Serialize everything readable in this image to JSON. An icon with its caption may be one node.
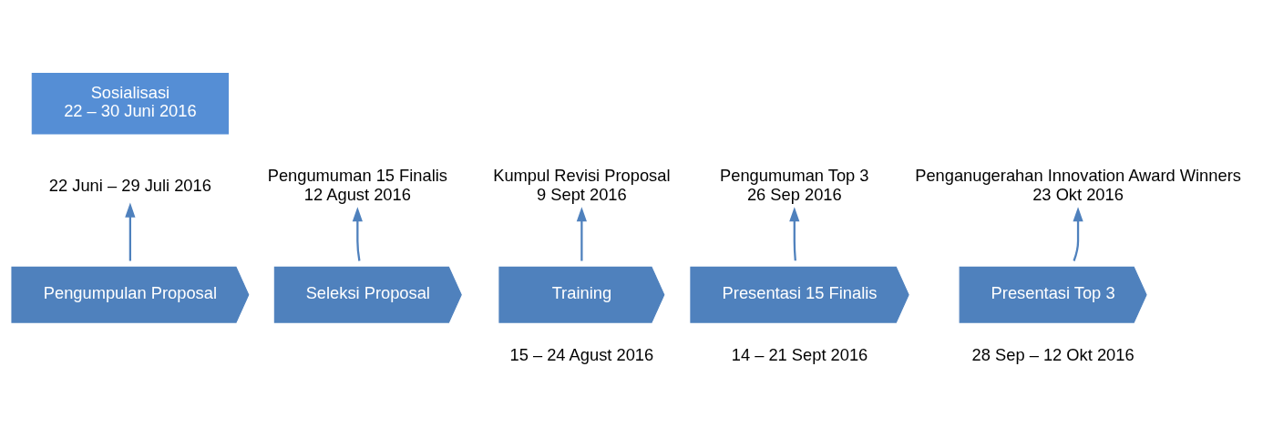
{
  "diagram": {
    "nodes": [
      {
        "text": [
          "Sosialisasi",
          "22 – 30 Juni 2016"
        ]
      },
      {
        "text": [
          "22 Juni – 29 Juli 2016"
        ]
      },
      {
        "text": [
          "Pengumuman 15 Finalis",
          "12 Agust 2016"
        ]
      },
      {
        "text": [
          "Kumpul Revisi Proposal",
          "9 Sept 2016"
        ]
      },
      {
        "text": [
          "Pengumuman Top 3",
          "26 Sep 2016"
        ]
      },
      {
        "text": [
          "Penganugerahan Innovation Award Winners",
          "23 Okt 2016"
        ]
      },
      {
        "text": [
          "Pengumpulan Proposal"
        ]
      },
      {
        "text": [
          "Seleksi Proposal"
        ]
      },
      {
        "text": [
          "Training"
        ],
        "beside": [
          "15 – 24 Agust 2016"
        ]
      },
      {
        "text": [
          "Presentasi 15 Finalis"
        ],
        "beside": [
          "14 – 21 Sept 2016"
        ]
      },
      {
        "text": [
          "Presentasi Top 3"
        ],
        "beside": [
          "28 Sep – 12 Okt 2016"
        ]
      }
    ],
    "edges": [
      {
        "from": 6,
        "to": 1,
        "arrow": "to"
      },
      {
        "from": 7,
        "to": 2,
        "arrow": "to"
      },
      {
        "from": 8,
        "to": 3,
        "arrow": "to"
      },
      {
        "from": 9,
        "to": 4,
        "arrow": "to"
      },
      {
        "from": 10,
        "to": 5,
        "arrow": "to"
      }
    ]
  }
}
